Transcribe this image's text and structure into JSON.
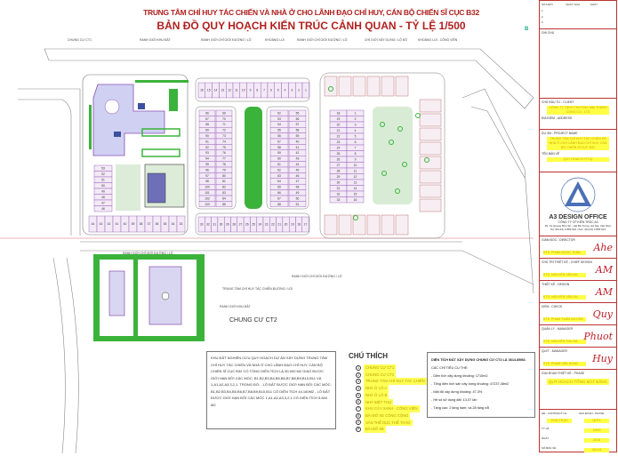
{
  "title": {
    "line1": "TRUNG TÂM CHỈ HUY TÁC CHIẾN VÀ NHÀ Ở CHO LÃNH ĐẠO CHỈ HUY, CÁN BỘ CHIẾN SĨ CỤC B32",
    "line2": "BẢN ĐỒ QUY HOẠCH KIẾN TRÚC CẢNH QUAN - TỶ LỆ 1/500"
  },
  "map_labels": {
    "ct1": "CHUNG CƯ CT1",
    "ct2": "CHUNG CƯ CT2",
    "road_a": "RANH GIỚI KHU ĐẤT",
    "road_b": "RANH GIỚI CHỈ GIỚI ĐƯỜNG / LỘ",
    "road_c": "RANH GIỚI CHỈ GIỚI ĐƯỜNG / LỘ",
    "road_d": "KHOẢNG LÙI",
    "road_e": "CHỈ GIỚI XÂY DỰNG / LỘ ĐỖ",
    "road_f": "KHOẢNG LÙI - CÔNG VIÊN",
    "road_g": "RANH GIỚI CHỈ GIỚI ĐƯỜNG / LỘ",
    "road_h": "RANH GIỚI CHỈ GIỚI ĐƯỜNG / LỘ",
    "road_i": "TRUNG TÂM CHỈ HUY TÁC CHIẾN ĐƯỜNG / LỐI",
    "road_j": "RANH GIỚI KHU ĐẤT",
    "north": "B"
  },
  "lots": {
    "top_row": [
      "16",
      "15",
      "14",
      "13",
      "12",
      "11",
      "10",
      "9",
      "8",
      "7",
      "6",
      "5",
      "4",
      "3",
      "2",
      "1"
    ],
    "col_a": [
      "66",
      "67",
      "68",
      "69",
      "90",
      "91",
      "92",
      "93",
      "94",
      "95",
      "96",
      "97",
      "98",
      "100",
      "101",
      "102",
      "103"
    ],
    "col_b": [
      "69",
      "70",
      "71",
      "72",
      "73",
      "74",
      "75",
      "76",
      "77",
      "78",
      "79",
      "80",
      "81",
      "82",
      "83",
      "84",
      "85"
    ],
    "col_c": [
      "52",
      "53",
      "54",
      "55",
      "56",
      "57",
      "58",
      "59",
      "60",
      "61",
      "62",
      "63",
      "64",
      "65",
      "66",
      "67",
      "68"
    ],
    "col_d": [
      "55",
      "56",
      "57",
      "58",
      "59",
      "40",
      "41",
      "42",
      "43",
      "44",
      "45",
      "46",
      "47",
      "48",
      "49",
      "50",
      "51"
    ],
    "left_col": [
      "53",
      "52",
      "51",
      "50",
      "49",
      "48",
      "47",
      "46"
    ],
    "bottom_left": [
      "44",
      "43",
      "42",
      "41",
      "40",
      "39",
      "38",
      "37",
      "36",
      "35",
      "34",
      "33"
    ],
    "bottom_mid": [
      "33",
      "32",
      "31",
      "30",
      "29",
      "28",
      "27",
      "26",
      "25",
      "24",
      "23",
      "22",
      "21",
      "20",
      "19",
      "18",
      "17"
    ],
    "col_e": [
      "18",
      "19",
      "20",
      "21",
      "22",
      "23",
      "24",
      "25",
      "26",
      "27",
      "28",
      "29",
      "30",
      "31",
      "32",
      "33"
    ],
    "col_f": [
      "1",
      "2",
      "3",
      "4",
      "5",
      "6",
      "7",
      "8",
      "9",
      "10",
      "11",
      "12",
      "13",
      "14",
      "15",
      "16"
    ]
  },
  "notes": {
    "text": "KHU ĐẤT NGHIÊN CỨU QUY HOẠCH DỰ ÁN XÂY DỰNG TRUNG TÂM CHỈ HUY TÁC CHIẾN VÀ NHÀ Ở CHO LÃNH ĐẠO CHỈ HUY, CÁN BỘ CHIẾN SĨ CỤC B32 CÓ TỔNG DIỆN TÍCH LÀ 50.000 M2 GIAO ĐƯỢC GIỚI HẠN BỞI CÁC MỐC: B1,B2,B3,B4,B5,B6,B7,B8,B9,B10,B11 VÀ 1,A1,A2,A3,3,2,1. TRONG ĐÓ: - LÔ ĐẤT ĐƯỢC GIỚI HẠN BỞI CÁC MỐC: B1,B2,B3,B4,B5,B6,B7,B8,B9,B10,B11 CÓ DIỆN TÍCH 44.160M2 - LÔ ĐẤT ĐƯỢC GIỚI HẠN BỞI CÁC MỐC 1,A1,A2,A3,3,2,1 CÓ DIỆN TÍCH 5.840 M2"
  },
  "legend": {
    "title": "CHÚ THÍCH",
    "items": [
      {
        "n": "1",
        "label": "CHUNG CƯ CT1"
      },
      {
        "n": "2",
        "label": "CHUNG CƯ CT2"
      },
      {
        "n": "3",
        "label": "TRUNG TÂM CHỈ HUY TÁC CHIẾN"
      },
      {
        "n": "4",
        "label": "NHÀ Ở LÔ A"
      },
      {
        "n": "5",
        "label": "NHÀ Ở LÔ B"
      },
      {
        "n": "6",
        "label": "NHÀ BIỆT THỰ"
      },
      {
        "n": "7",
        "label": "KHU CÂY XANH - CÔNG VIÊN"
      },
      {
        "n": "8",
        "label": "BÃI ĐỖ XE CÔNG CỘNG"
      },
      {
        "n": "9",
        "label": "SÂN THỂ DỤC THỂ THAO"
      },
      {
        "n": "P",
        "label": "BÃI ĐỖ XE"
      }
    ]
  },
  "info": {
    "heading": "DIỆN TÍCH ĐẤT XÂY DỰNG CHUNG CƯ CT2 LÀ 3614.85M2.",
    "sub": "CÁC CHỈ TIÊU CỤ THỂ:",
    "items": [
      "- Diện tích xây dựng khoảng: 1710m2",
      "- Tổng diện tích sàn xây dựng khoảng: 47237.48m2",
      "- Mật độ xây dựng khoảng: 47.3%",
      "- Hệ số sử dụng đất: 13,07 lần",
      "- Tầng cao: 2 tầng hầm; và 28 tầng nổi"
    ]
  },
  "panel": {
    "rev_headers": [
      "SỬA ĐỔI",
      "NGÀY SỬA",
      "NGÀY"
    ],
    "rev_rows": [
      "1",
      "2",
      "3"
    ],
    "notes_label": "GHI CHÚ",
    "client_label": "CHỦ ĐẦU TƯ - CLIENT",
    "client": "CÔNG TY TNHH THƯƠNG MẠI THÀNH CÔNG CO., LTD",
    "address_label": "ĐỊA ĐIỂM - ADDRESS",
    "project_label": "DỰ ÁN - PROJECT NAME",
    "project": "TRUNG TÂM CHỈ HUY TÁC CHIẾN VÀ NHÀ Ở CHO LÃNH ĐẠO CHỈ HUY, CÁN BỘ CHIẾN SĨ CỤC B32",
    "sheet_label": "TÊN BẢN VẼ",
    "sheet": "QUY HOẠCH KTCQ",
    "company": "A3 DESIGN OFFICE",
    "company_sub": "CÔNG TY CP KIẾN TRÚC A3",
    "company_addr": "26, Tạ Quang Bửu Str., Hai Bà Trưng, Hà Nội, Việt Nam",
    "company_tel": "Tel: (84-24) 3 869 919 / Fax: (84-24) 3 869 914",
    "roles": [
      {
        "label": "GIÁM ĐỐC - DIRECTOR",
        "name": "KTS. PHẠM NGỌC TUẤN",
        "sig": "Ahe"
      },
      {
        "label": "CHỦ TRÌ THIẾT KẾ - CHIEF DESIGN",
        "name": "KTS. NGUYỄN VĂN AN",
        "sig": "AM"
      },
      {
        "label": "THIẾT KẾ - DESIGN",
        "name": "KTS. NGUYỄN VĂN AN",
        "sig": "AM"
      },
      {
        "label": "KIỂM - CHECK",
        "name": "KTS. PHẠM TUẤN DƯƠNG",
        "sig": "Quy"
      },
      {
        "label": "QUẢN LÝ - MANAGER",
        "name": "KTS. NGUYỄN THU HÀ",
        "sig": "Phuot"
      },
      {
        "label": "QLKT - MANAGER",
        "name": "KTS. PHẠM VĂN HÙNG",
        "sig": "Huy"
      }
    ],
    "stage_label": "GIAI ĐOẠN THIẾT KẾ - PHASE",
    "stage": "QUY HOẠCH TỔNG MẶT BẰNG",
    "foot": {
      "contract_label": "HĐ - CONTRACT No.",
      "phase_label": "GIAI ĐOẠN - PHASE",
      "contract": "2018-TKQH",
      "phase": "QHTL",
      "scale_label": "TỶ LỆ",
      "scale": "1/500",
      "date_label": "NGÀY",
      "date": "2018",
      "sheet_no_label": "SỐ BẢN VẼ",
      "sheet_no": "QH-04"
    }
  },
  "colors": {
    "title": "#b0201e",
    "lot": "#8b4fb0",
    "green": "#3bb33b",
    "park": "#d8ecd5",
    "building": "#c9c9ef",
    "highlight": "#ffff44"
  }
}
